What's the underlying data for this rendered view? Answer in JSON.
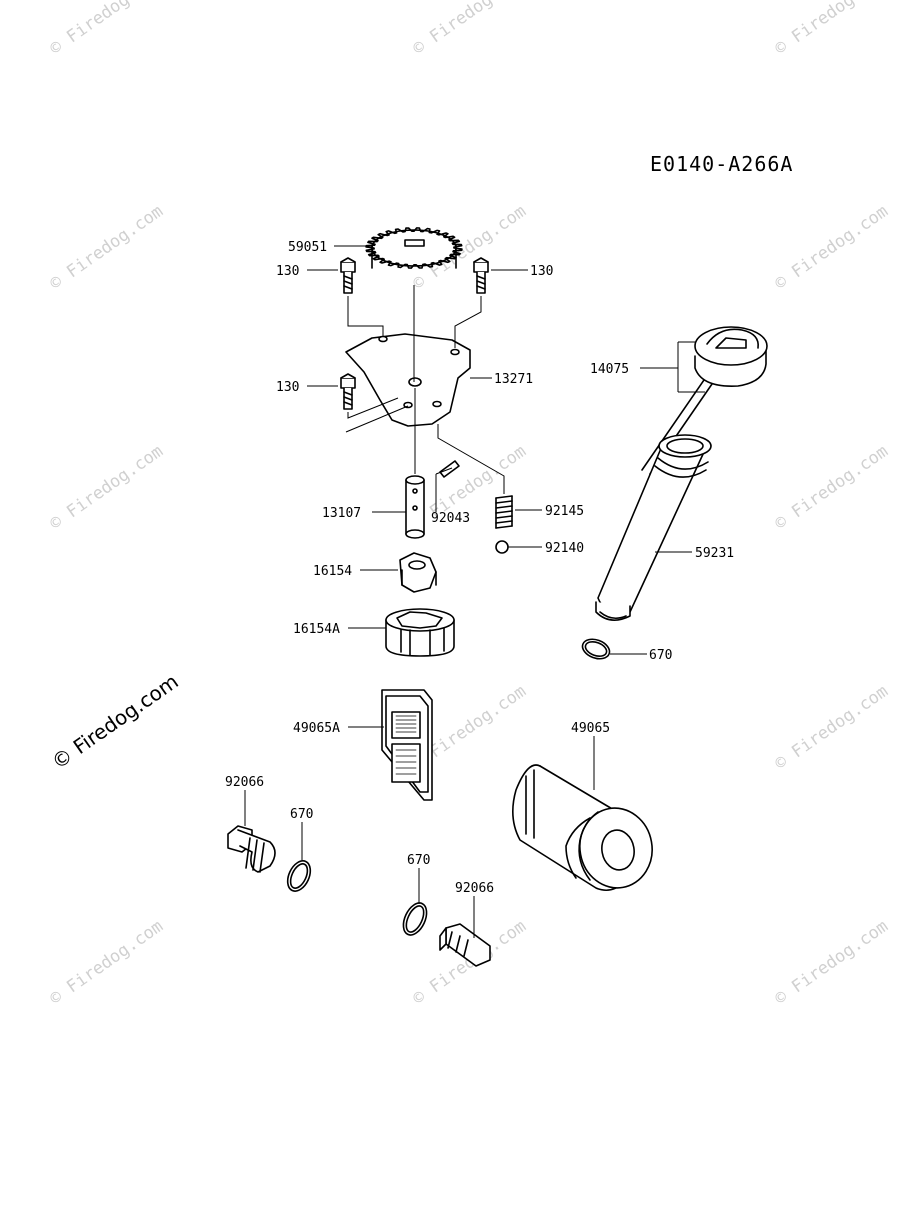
{
  "diagram_code": "E0140-A266A",
  "watermark": "© Firedog.com",
  "parts": [
    {
      "id": "59051"
    },
    {
      "id": "130"
    },
    {
      "id": "130"
    },
    {
      "id": "13271"
    },
    {
      "id": "130"
    },
    {
      "id": "13107"
    },
    {
      "id": "92043"
    },
    {
      "id": "92145"
    },
    {
      "id": "92140"
    },
    {
      "id": "16154"
    },
    {
      "id": "16154A"
    },
    {
      "id": "49065A"
    },
    {
      "id": "14075"
    },
    {
      "id": "59231"
    },
    {
      "id": "670"
    },
    {
      "id": "49065"
    },
    {
      "id": "92066"
    },
    {
      "id": "670"
    },
    {
      "id": "670"
    },
    {
      "id": "92066"
    }
  ]
}
